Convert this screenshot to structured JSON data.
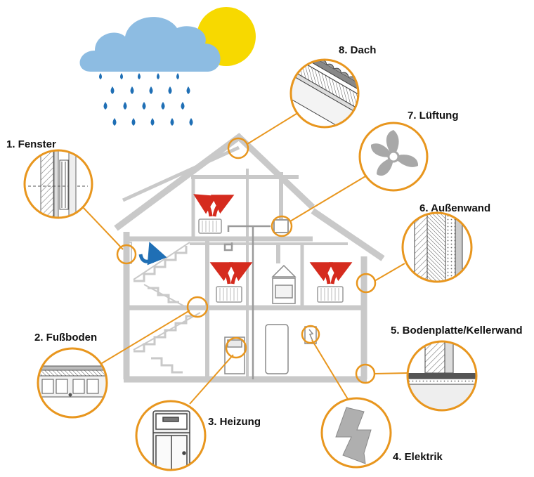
{
  "colors": {
    "accent_orange": "#E8961E",
    "house_grey": "#C9C9C9",
    "arrow_red": "#D52B1E",
    "arrow_blue": "#1F6FB5",
    "cloud_blue": "#8DBCE2",
    "sun_yellow": "#F7D900",
    "rain_blue": "#1F6FB5"
  },
  "labels": {
    "fenster": "1. Fenster",
    "fussboden": "2. Fußboden",
    "heizung": "3. Heizung",
    "elektrik": "4. Elektrik",
    "bodenplatte": "5. Bodenplatte/Kellerwand",
    "aussenwand": "6. Außenwand",
    "lueftung": "7. Lüftung",
    "dach": "8. Dach"
  },
  "icons": [
    "rain-cloud-icon",
    "sun-icon",
    "fan-icon",
    "lightning-bolt-icon",
    "boiler-icon",
    "window-section-icon",
    "floor-section-icon",
    "wall-section-icon",
    "foundation-section-icon",
    "roof-section-icon",
    "heat-arrow-icon",
    "air-return-arrow-icon"
  ]
}
